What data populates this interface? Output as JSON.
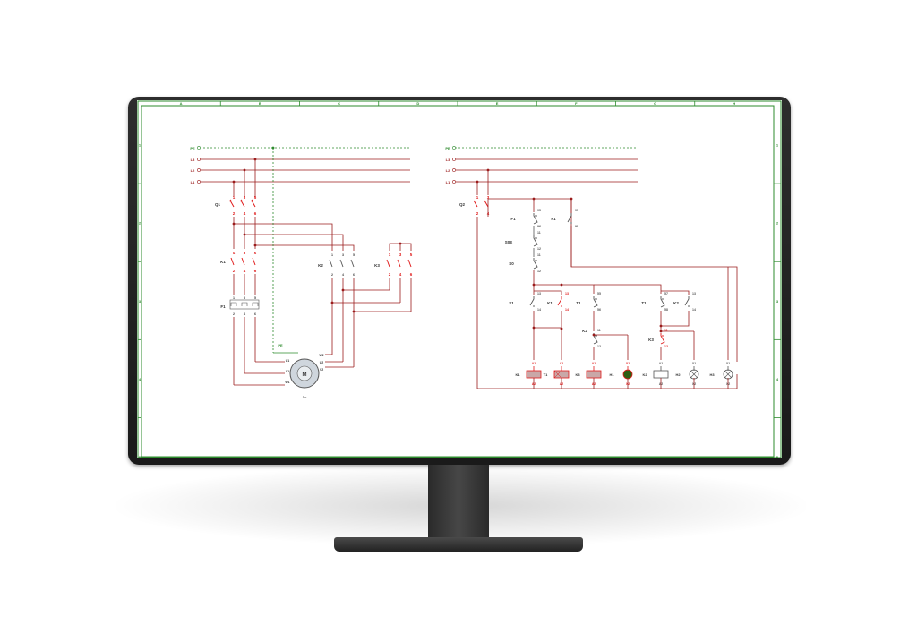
{
  "frame": {
    "columns": [
      "A",
      "B",
      "C",
      "D",
      "E",
      "F",
      "G",
      "H"
    ],
    "rows": [
      "1",
      "2",
      "3",
      "4",
      "5"
    ]
  },
  "power_circuit": {
    "lines": [
      "PE",
      "L3",
      "L2",
      "L1"
    ],
    "breaker": {
      "name": "Q1",
      "top": [
        "1",
        "3",
        "5"
      ],
      "bottom": [
        "2",
        "4",
        "6"
      ]
    },
    "contactor_k1": {
      "name": "K1",
      "top": [
        "1",
        "3",
        "5"
      ],
      "bottom": [
        "2",
        "4",
        "6"
      ]
    },
    "overload_f1": {
      "name": "F1",
      "top": [
        "1",
        "3",
        "5"
      ],
      "bottom": [
        "2",
        "4",
        "6"
      ]
    },
    "contactor_k2": {
      "name": "K2",
      "top": [
        "1",
        "3",
        "5"
      ],
      "bottom": [
        "2",
        "4",
        "6"
      ]
    },
    "contactor_k3": {
      "name": "K3",
      "top": [
        "1",
        "3",
        "5"
      ],
      "bottom": [
        "2",
        "4",
        "6"
      ]
    },
    "motor": {
      "name": "M",
      "left": [
        "U1",
        "V1",
        "W1"
      ],
      "right": [
        "W2",
        "U2",
        "V2"
      ],
      "center": "3~"
    }
  },
  "control_circuit": {
    "lines": [
      "PE",
      "L3",
      "L2",
      "L1"
    ],
    "breaker": {
      "name": "Q2",
      "top": [
        "1",
        "3"
      ],
      "bottom": [
        "2",
        "4"
      ]
    },
    "f1_nc": {
      "name": "F1",
      "t1": "95",
      "t2": "96"
    },
    "f1_no": {
      "name": "F1",
      "t1": "97",
      "t2": "98"
    },
    "stop": {
      "name": "S0E",
      "t1": "11",
      "t2": "12"
    },
    "s0": {
      "name": "S0",
      "t1": "11",
      "t2": "12"
    },
    "s1": {
      "name": "S1",
      "t1": "13",
      "t2": "14"
    },
    "k1_aux": {
      "name": "K1",
      "t1": "13",
      "t2": "14"
    },
    "t1_a": {
      "name": "T1",
      "t1": "55",
      "t2": "56"
    },
    "t1_b": {
      "name": "T1",
      "t1": "57",
      "t2": "58"
    },
    "k2_aux": {
      "name": "K2",
      "t1": "13",
      "t2": "14"
    },
    "k2_nc": {
      "name": "K2",
      "t1": "11",
      "t2": "12"
    },
    "k3_nc": {
      "name": "K3",
      "t1": "11",
      "t2": "12"
    },
    "coils": [
      {
        "name": "K1",
        "a1": "A1",
        "a2": "A2"
      },
      {
        "name": "T1",
        "a1": "A1",
        "a2": "A2"
      },
      {
        "name": "K3",
        "a1": "A1",
        "a2": "A2"
      },
      {
        "name": "H1",
        "a1": "X1",
        "a2": "X2"
      },
      {
        "name": "K2",
        "a1": "A1",
        "a2": "A2"
      },
      {
        "name": "H2",
        "a1": "X1",
        "a2": "X2"
      },
      {
        "name": "H3",
        "a1": "X1",
        "a2": "X2"
      }
    ]
  },
  "colors": {
    "wire": "#9b1c1c",
    "active": "#e01b1b",
    "frame": "#2e8b2e",
    "pe": "#2e8b2e",
    "symbol": "#555555"
  }
}
